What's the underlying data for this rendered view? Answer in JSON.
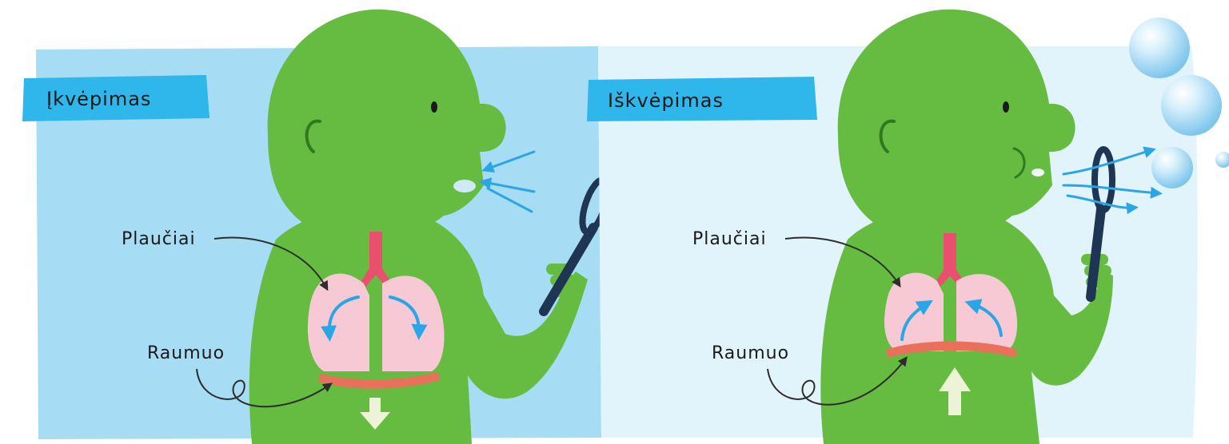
{
  "panels": {
    "inhale": {
      "title": "Įkvėpimas",
      "lungs_label": "Plaučiai",
      "muscle_label": "Raumuo"
    },
    "exhale": {
      "title": "Iškvėpimas",
      "lungs_label": "Plaučiai",
      "muscle_label": "Raumuo"
    }
  },
  "colors": {
    "inhale_background": "#a6dcf4",
    "exhale_background": "#e2f4fb",
    "body": "#66bc40",
    "title_banner": "#2fb6ea",
    "lungs": "#f6c9d4",
    "trachea": "#e8506e",
    "diaphragm": "#e9705a",
    "arrows": "#2aa6e6",
    "movement_arrow": "#edf3d6",
    "bubble_wand": "#1e3553"
  }
}
